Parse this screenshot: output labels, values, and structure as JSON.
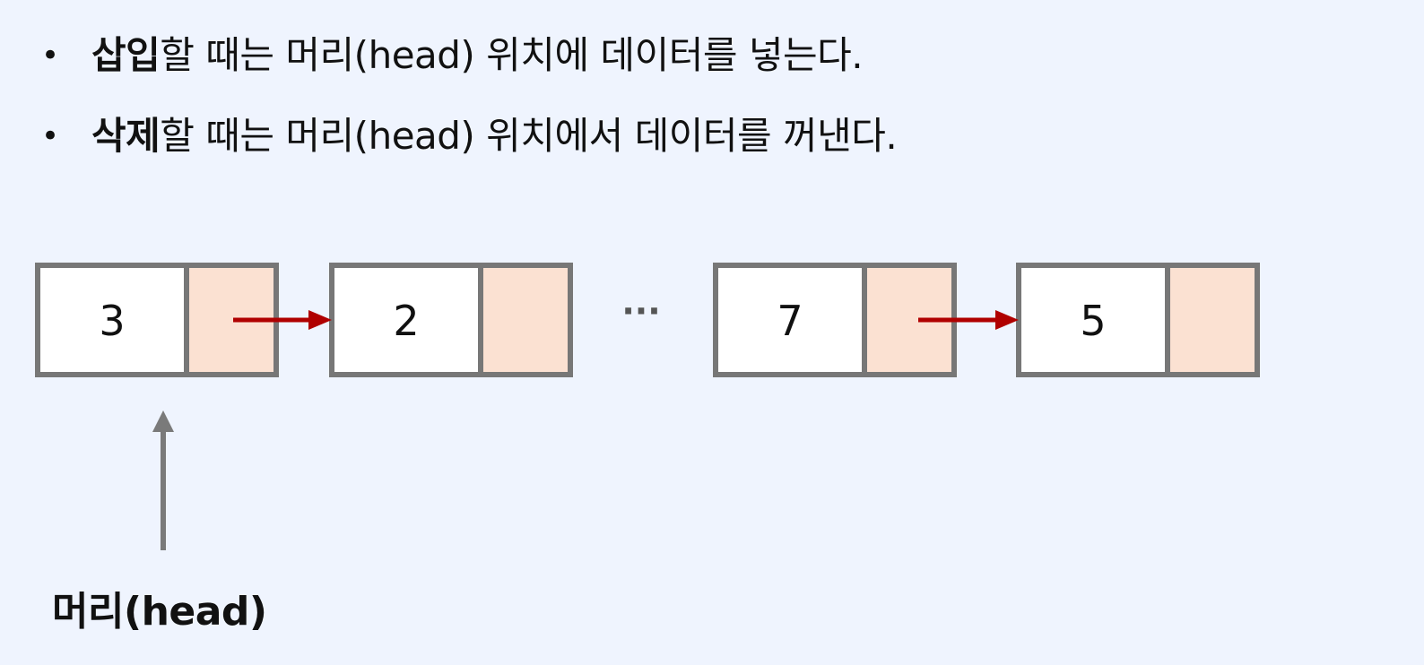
{
  "bullets": [
    {
      "bold": "삽입",
      "rest": "할 때는 머리(head) 위치에 데이터를 넣는다."
    },
    {
      "bold": "삭제",
      "rest": "할 때는 머리(head) 위치에서 데이터를 꺼낸다."
    }
  ],
  "bullet_symbol": "•",
  "nodes": [
    "3",
    "2",
    "7",
    "5"
  ],
  "ellipsis": "···",
  "head_label": "머리(head)",
  "colors": {
    "background": "#eff4fe",
    "node_border": "#777777",
    "data_fill": "#ffffff",
    "pointer_fill": "#fbe1d2",
    "link_arrow": "#b00000",
    "head_arrow": "#7a7a7a"
  }
}
